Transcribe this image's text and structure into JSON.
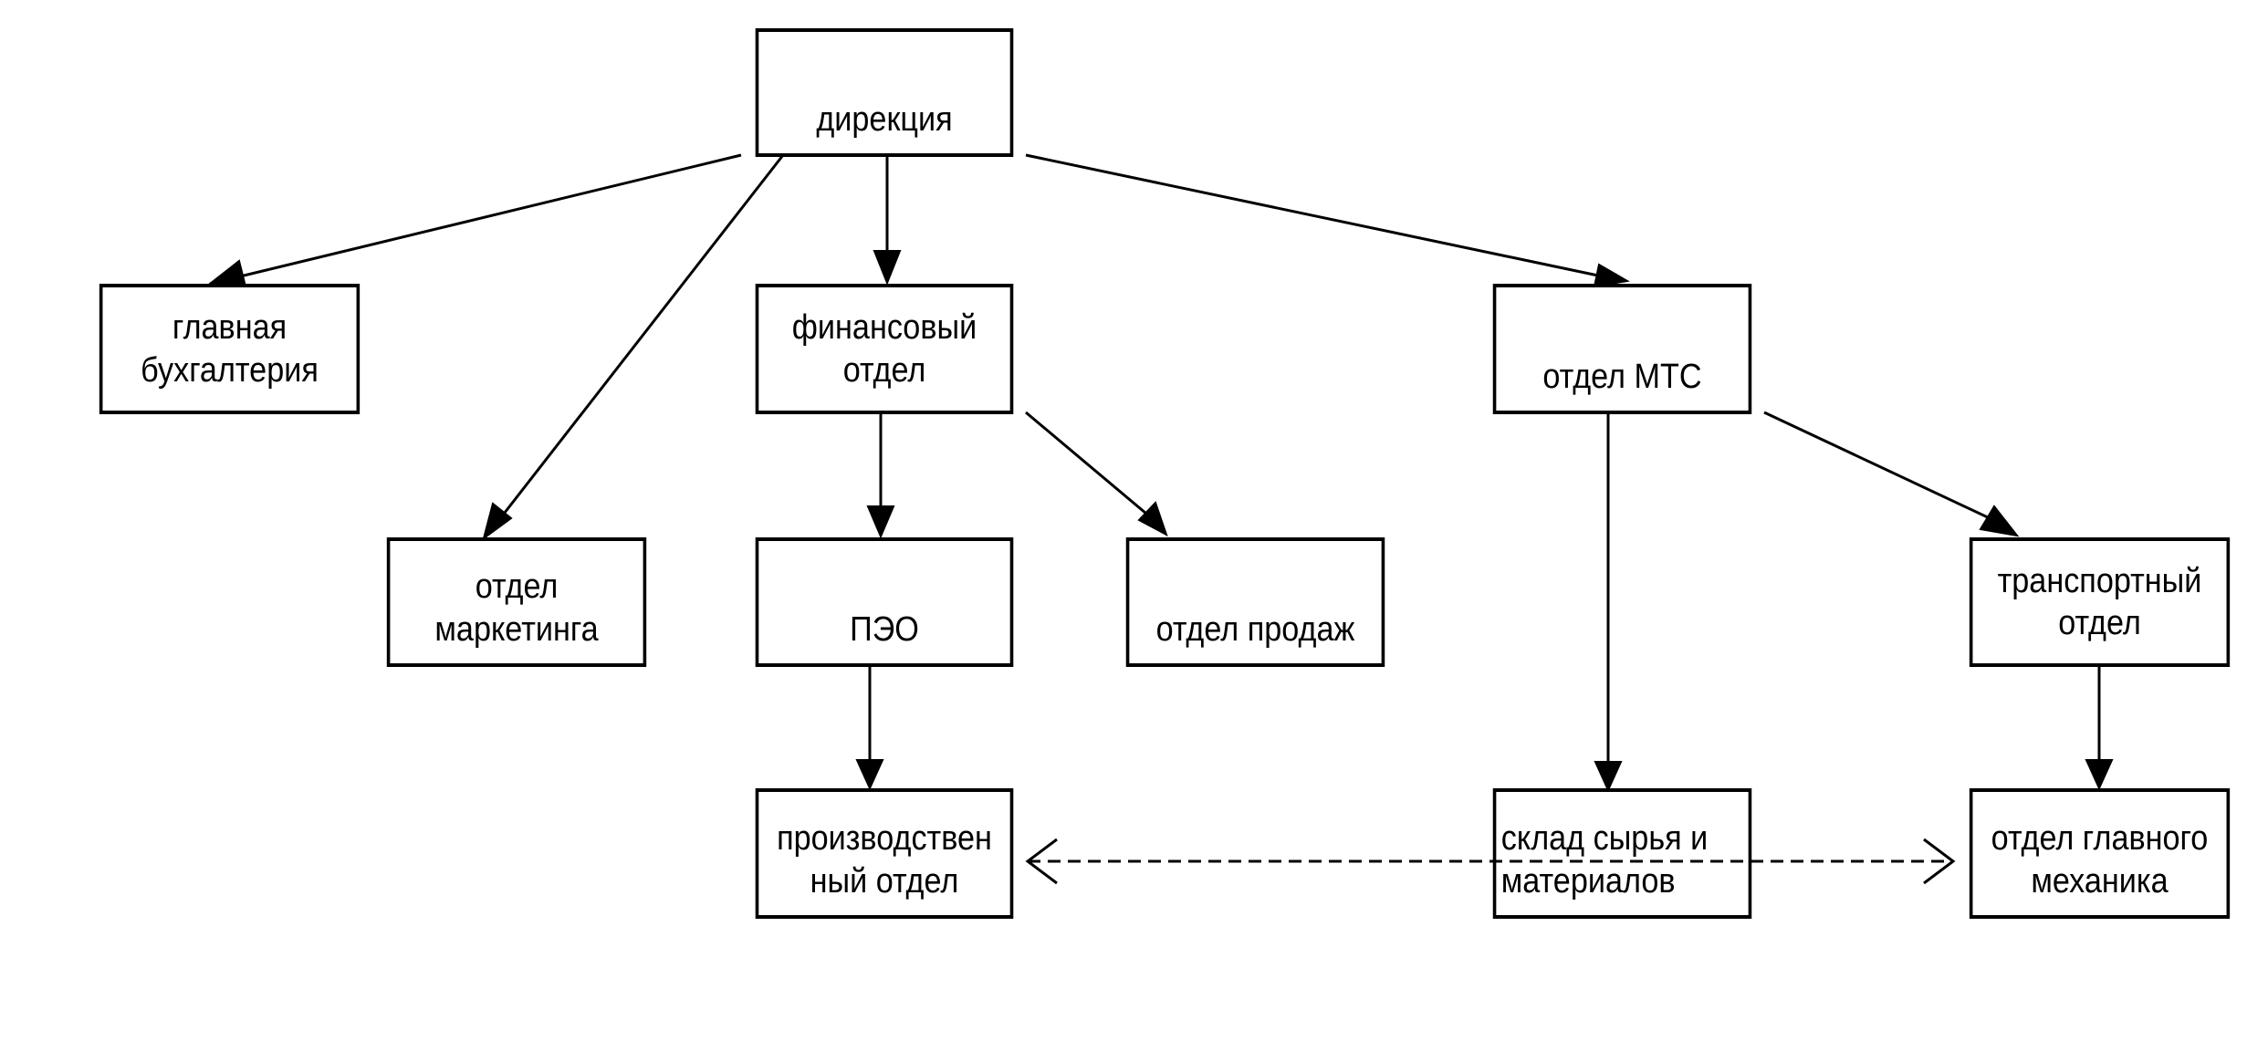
{
  "diagram": {
    "type": "org-chart",
    "nodes": {
      "direction": {
        "lines": [
          "дирекция"
        ]
      },
      "accounting": {
        "lines": [
          "главная",
          "бухгалтерия"
        ]
      },
      "finance": {
        "lines": [
          "финансовый",
          "отдел"
        ]
      },
      "mts": {
        "lines": [
          "отдел МТС"
        ]
      },
      "marketing": {
        "lines": [
          "отдел",
          "маркетинга"
        ]
      },
      "peo": {
        "lines": [
          "ПЭО"
        ]
      },
      "sales": {
        "lines": [
          "отдел продаж"
        ]
      },
      "transport": {
        "lines": [
          "транспортный",
          "отдел"
        ]
      },
      "production": {
        "lines": [
          "производствен",
          "ный отдел"
        ]
      },
      "warehouse": {
        "lines": [
          "склад сырья и",
          "материалов"
        ]
      },
      "mechanic": {
        "lines": [
          "отдел главного",
          "механика"
        ]
      }
    },
    "edges": [
      {
        "from": "direction",
        "to": "accounting",
        "style": "solid"
      },
      {
        "from": "direction",
        "to": "marketing",
        "style": "solid"
      },
      {
        "from": "direction",
        "to": "finance",
        "style": "solid"
      },
      {
        "from": "direction",
        "to": "mts",
        "style": "solid"
      },
      {
        "from": "finance",
        "to": "peo",
        "style": "solid"
      },
      {
        "from": "finance",
        "to": "sales",
        "style": "solid"
      },
      {
        "from": "peo",
        "to": "production",
        "style": "solid"
      },
      {
        "from": "mts",
        "to": "warehouse",
        "style": "solid"
      },
      {
        "from": "mts",
        "to": "transport",
        "style": "solid"
      },
      {
        "from": "transport",
        "to": "mechanic",
        "style": "solid"
      },
      {
        "from": "production",
        "to": "mechanic",
        "style": "dashed-bidirectional"
      }
    ]
  }
}
